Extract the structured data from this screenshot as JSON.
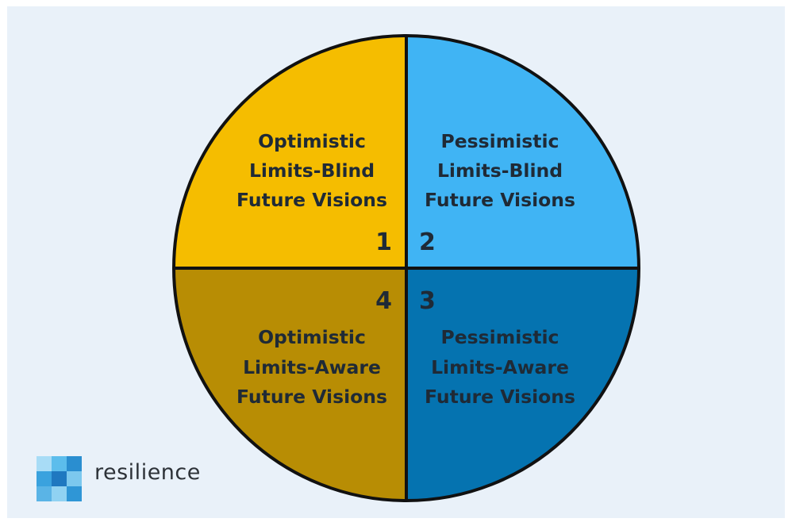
{
  "colors": {
    "background": "#e9f1f9",
    "q1": "#f5bd00",
    "q2": "#40b4f4",
    "q3": "#0573b0",
    "q4": "#b88d04",
    "outline": "#111111"
  },
  "quadrants": [
    {
      "number": "1",
      "lines": [
        "Optimistic",
        "Limits-Blind",
        "Future Visions"
      ]
    },
    {
      "number": "2",
      "lines": [
        "Pessimistic",
        "Limits-Blind",
        "Future Visions"
      ]
    },
    {
      "number": "3",
      "lines": [
        "Pessimistic",
        "Limits-Aware",
        "Future Visions"
      ]
    },
    {
      "number": "4",
      "lines": [
        "Optimistic",
        "Limits-Aware",
        "Future Visions"
      ]
    }
  ],
  "brand": {
    "name": "resilience",
    "logo_icon": "resilience-logo-icon"
  }
}
